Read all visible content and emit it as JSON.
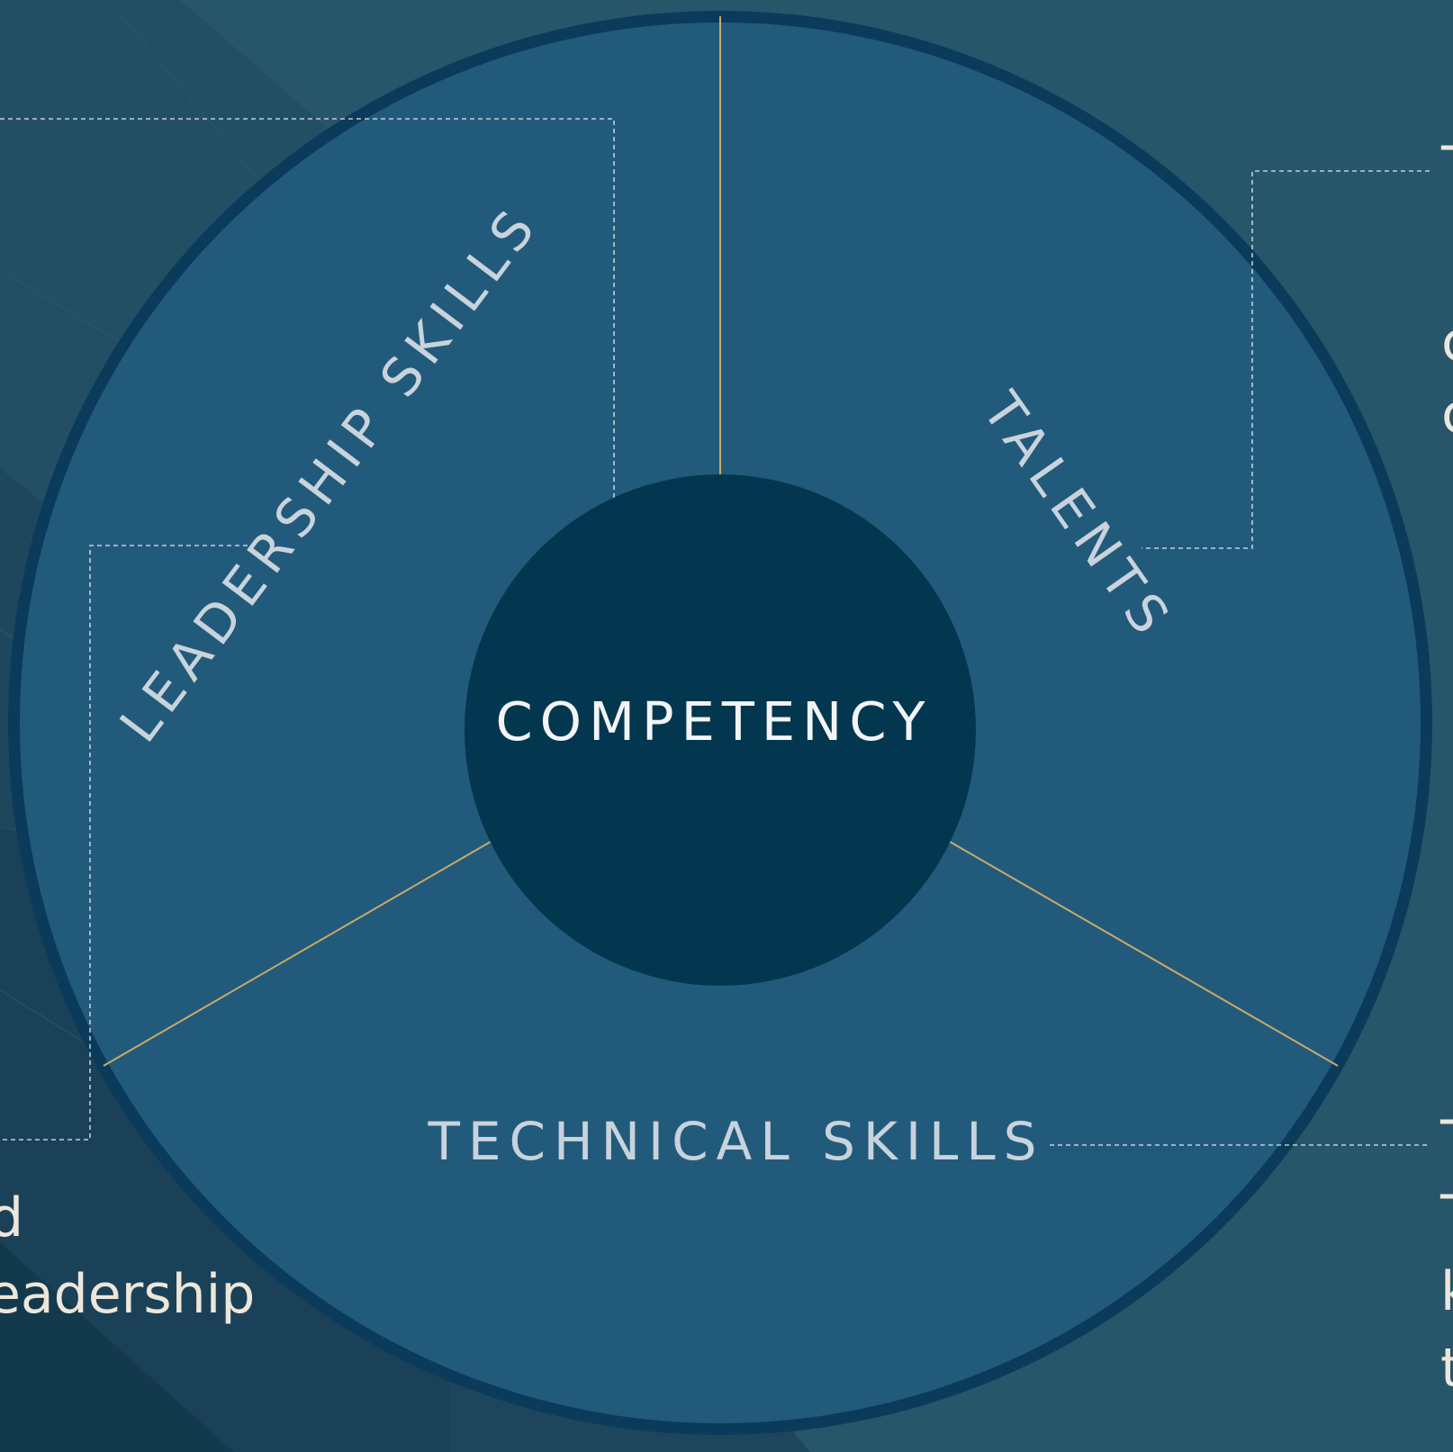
{
  "diagram": {
    "center_label": "COMPETENCY",
    "segments": [
      {
        "id": "leadership",
        "label": "LEADERSHIP SKILLS"
      },
      {
        "id": "talents",
        "label": "TALENTS"
      },
      {
        "id": "technical",
        "label": "TECHNICAL SKILLS"
      }
    ]
  },
  "side_text": {
    "bottom_left": [
      "d",
      "eadership"
    ],
    "top_right": [
      "T",
      "c",
      "c"
    ],
    "bottom_right": [
      "T",
      "T",
      "k",
      "t"
    ]
  },
  "colors": {
    "background": "#27556a",
    "ring_fill": "#265f80",
    "ring_border": "#0b3b5a",
    "core_fill": "#03364f",
    "divider": "#c9a96a",
    "label": "#c9d3dc",
    "side_text": "#ede6db"
  }
}
